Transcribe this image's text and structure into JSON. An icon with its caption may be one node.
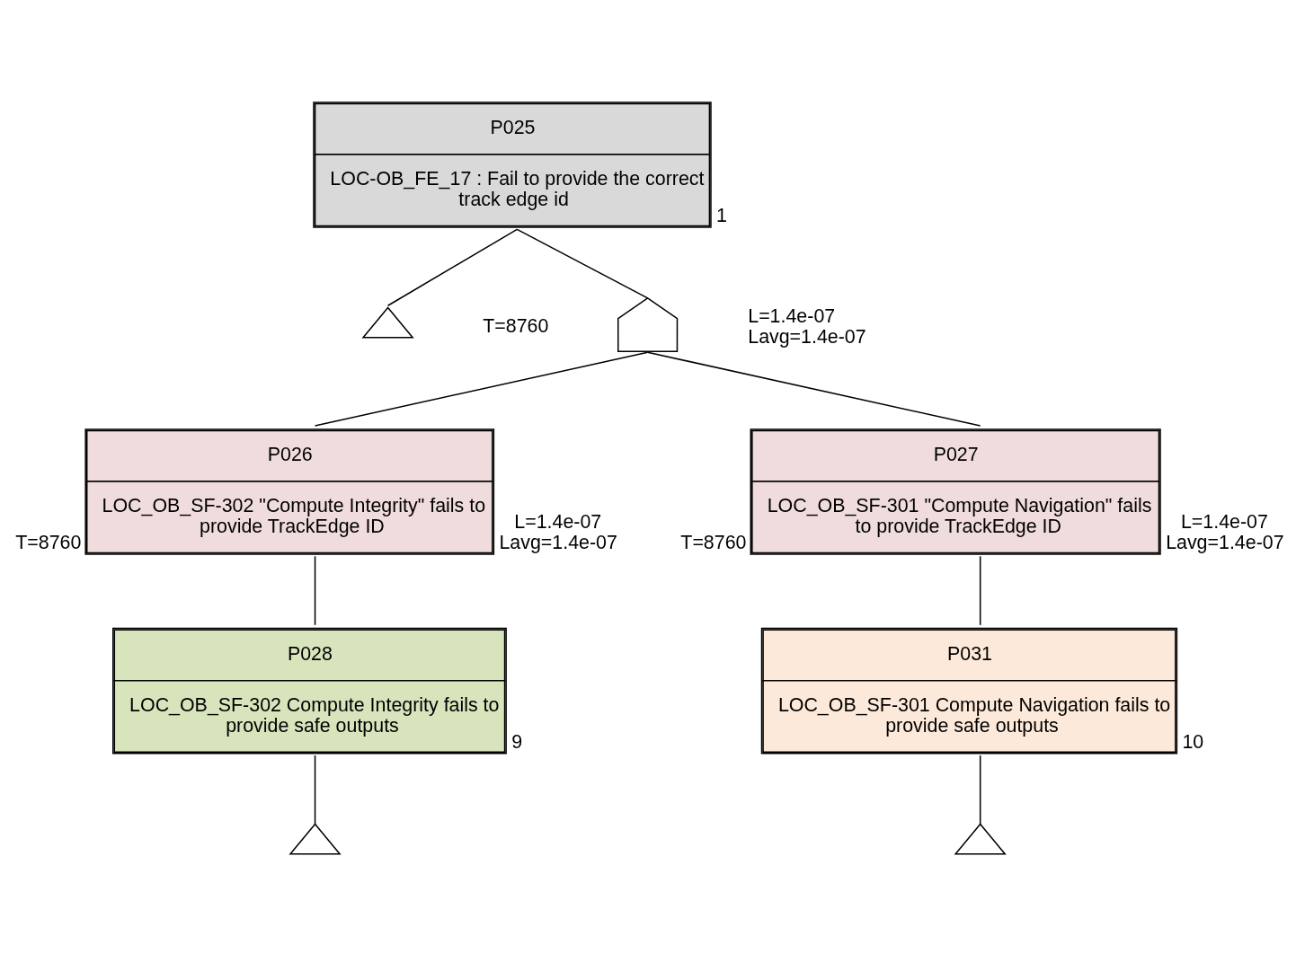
{
  "diagram": {
    "nodes": [
      {
        "text": [
          "P025",
          "LOC-OB_FE_17 : Fail to provide the correct track edge id"
        ],
        "beside": [
          "1"
        ]
      },
      {
        "text": [],
        "shape": "triangle"
      },
      {
        "text": [],
        "shape": "gate",
        "beside": [
          "T=8760",
          "L=1.4e-07",
          "Lavg=1.4e-07"
        ]
      },
      {
        "text": [
          "P026",
          "LOC_OB_SF-302 \"Compute Integrity\" fails to provide TrackEdge ID"
        ],
        "beside": [
          "T=8760",
          "L=1.4e-07",
          "Lavg=1.4e-07"
        ]
      },
      {
        "text": [
          "P027",
          "LOC_OB_SF-301 \"Compute Navigation\" fails to provide TrackEdge ID"
        ],
        "beside": [
          "T=8760",
          "L=1.4e-07",
          "Lavg=1.4e-07"
        ]
      },
      {
        "text": [
          "P028",
          "LOC_OB_SF-302 Compute Integrity fails to provide safe outputs"
        ],
        "beside": [
          "9"
        ]
      },
      {
        "text": [],
        "shape": "triangle"
      },
      {
        "text": [
          "P031",
          "LOC_OB_SF-301 Compute Navigation fails to provide safe outputs"
        ],
        "beside": [
          "10"
        ]
      },
      {
        "text": [],
        "shape": "triangle"
      }
    ],
    "edges": [
      {
        "from": 0,
        "to": 1,
        "arrow": "none"
      },
      {
        "from": 0,
        "to": 2,
        "arrow": "none"
      },
      {
        "from": 2,
        "to": 3,
        "arrow": "none"
      },
      {
        "from": 2,
        "to": 4,
        "arrow": "none"
      },
      {
        "from": 3,
        "to": 5,
        "arrow": "none"
      },
      {
        "from": 4,
        "to": 7,
        "arrow": "none"
      },
      {
        "from": 5,
        "to": 6,
        "arrow": "none"
      },
      {
        "from": 7,
        "to": 8,
        "arrow": "none"
      }
    ]
  }
}
